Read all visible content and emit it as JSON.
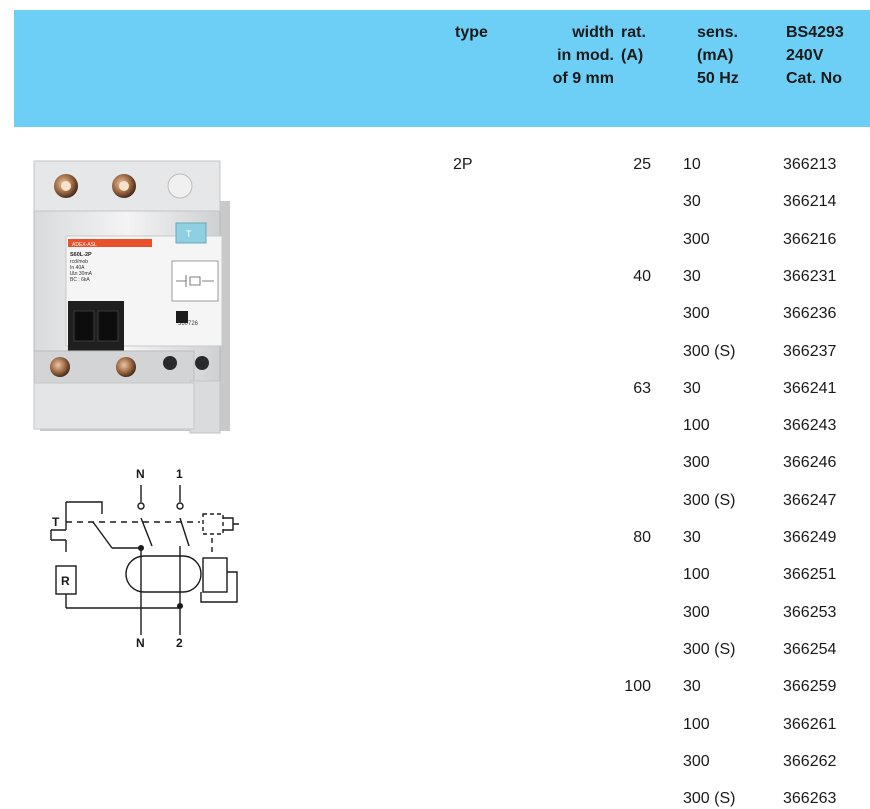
{
  "header": {
    "type": [
      "type"
    ],
    "width": [
      "width",
      "in mod.",
      "of 9 mm"
    ],
    "rating": [
      "rat.",
      "(A)"
    ],
    "sensitivity": [
      "sens.",
      "(mA)",
      "50 Hz"
    ],
    "catalog": [
      "BS4293",
      "240V",
      "Cat. No"
    ]
  },
  "type_value": "2P",
  "rows": [
    {
      "rating": "25",
      "sens": "10",
      "cat": "366213"
    },
    {
      "rating": "",
      "sens": "30",
      "cat": "366214"
    },
    {
      "rating": "",
      "sens": "300",
      "cat": "366216"
    },
    {
      "rating": "40",
      "sens": "30",
      "cat": "366231"
    },
    {
      "rating": "",
      "sens": "300",
      "cat": "366236"
    },
    {
      "rating": "",
      "sens": "300 (S)",
      "cat": "366237"
    },
    {
      "rating": "63",
      "sens": "30",
      "cat": "366241"
    },
    {
      "rating": "",
      "sens": "100",
      "cat": "366243"
    },
    {
      "rating": "",
      "sens": "300",
      "cat": "366246"
    },
    {
      "rating": "",
      "sens": "300 (S)",
      "cat": "366247"
    },
    {
      "rating": "80",
      "sens": "30",
      "cat": "366249"
    },
    {
      "rating": "",
      "sens": "100",
      "cat": "366251"
    },
    {
      "rating": "",
      "sens": "300",
      "cat": "366253"
    },
    {
      "rating": "",
      "sens": "300 (S)",
      "cat": "366254"
    },
    {
      "rating": "100",
      "sens": "30",
      "cat": "366259"
    },
    {
      "rating": "",
      "sens": "100",
      "cat": "366261"
    },
    {
      "rating": "",
      "sens": "300",
      "cat": "366262"
    },
    {
      "rating": "",
      "sens": "300 (S)",
      "cat": "366263"
    }
  ],
  "product_label": {
    "brand": "ADEX-ASL",
    "model": "S60L-2P",
    "lines": [
      "rcd/mob",
      "In 40A",
      "IΔn 30mA",
      "BC : 6kA"
    ],
    "code": "360726"
  },
  "schematic": {
    "top_left": "N",
    "top_right": "1",
    "bottom_left": "N",
    "bottom_right": "2",
    "test_label": "T",
    "resistor_label": "R"
  },
  "colors": {
    "header_bg": "#6dcff6",
    "brand_bar": "#e8512a"
  }
}
